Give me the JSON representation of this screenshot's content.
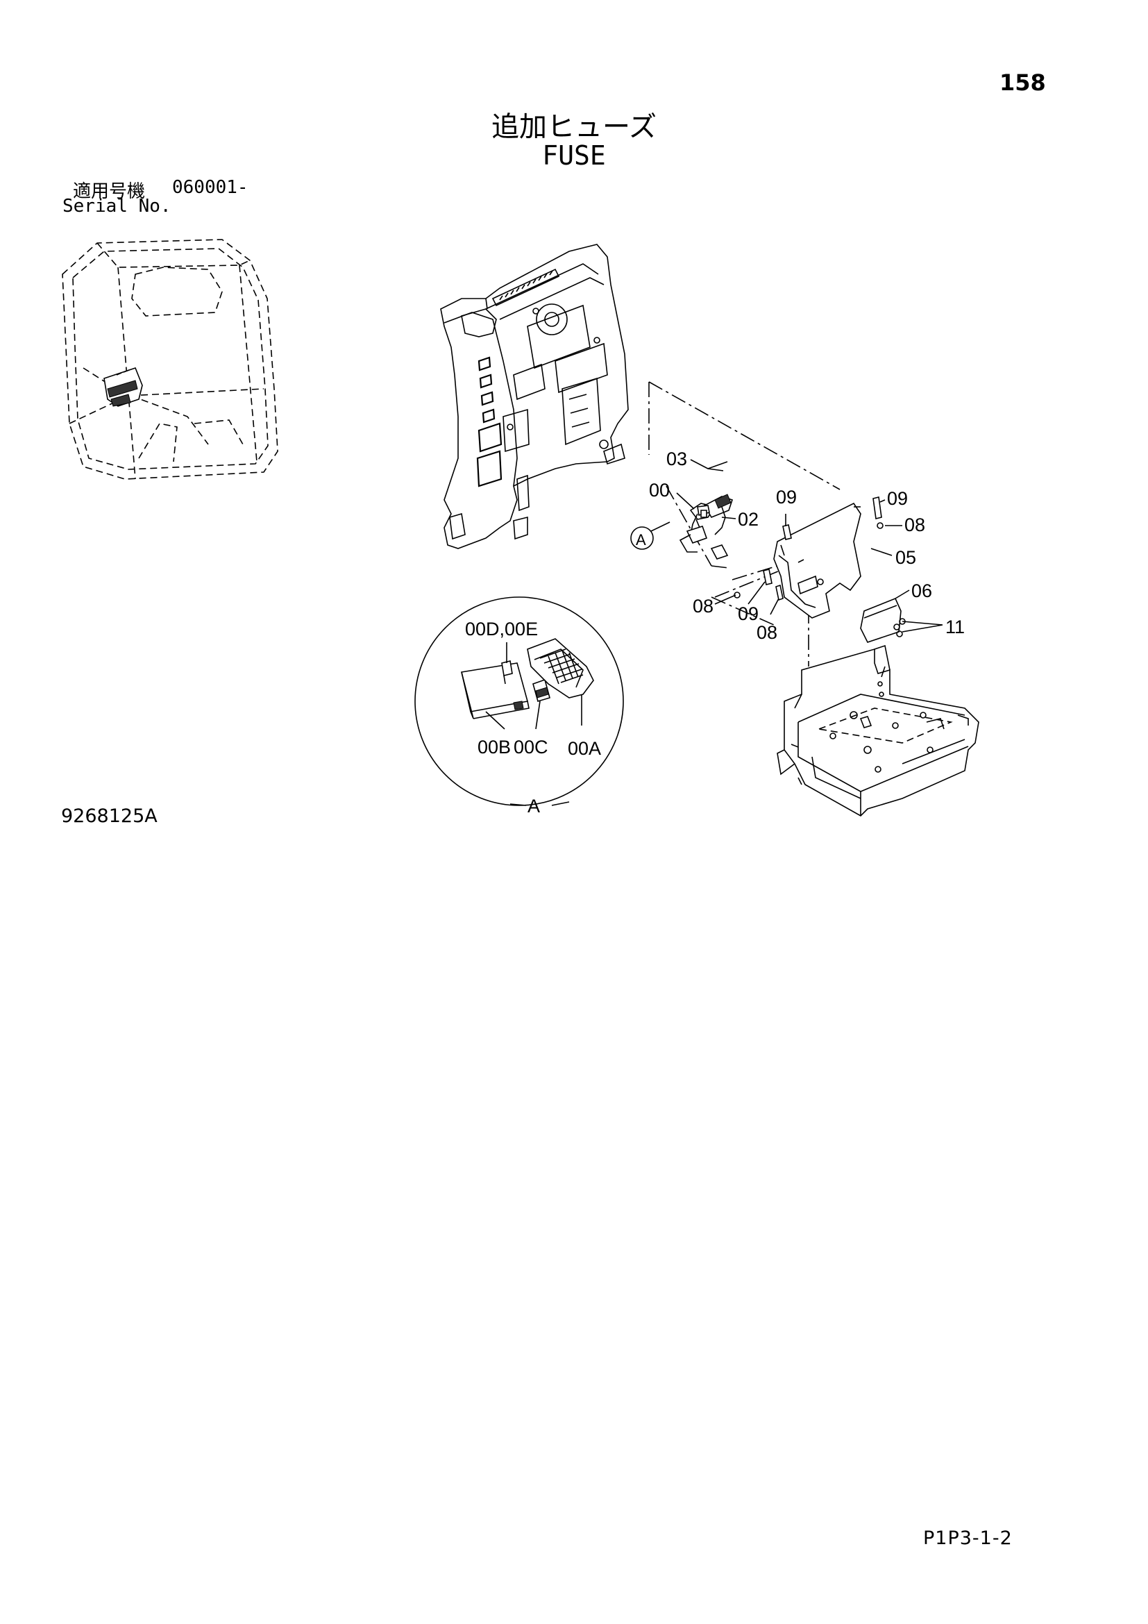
{
  "header": {
    "page_number": "158",
    "title_jp": "追加ヒューズ",
    "title_en": "FUSE"
  },
  "serial": {
    "label_jp": "適用号機",
    "value": "060001-",
    "label_en": "Serial No."
  },
  "callouts": {
    "c03": "03",
    "c00": "00",
    "c02": "02",
    "c09a": "09",
    "c09b": "09",
    "c08a": "08",
    "c05": "05",
    "c06": "06",
    "c08b": "08",
    "c09c": "09",
    "c08c": "08",
    "c11": "11",
    "c00de": "00D,00E",
    "c00b": "00B",
    "c00c": "00C",
    "c00a": "00A",
    "detail_ref": "A",
    "detail_label": "A"
  },
  "footer": {
    "drawing_code": "9268125A",
    "page_code": "P1P3-1-2"
  }
}
